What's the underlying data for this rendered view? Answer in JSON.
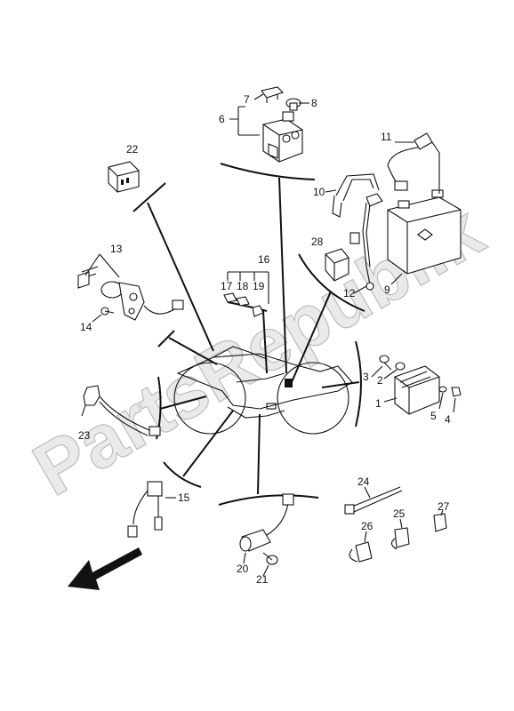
{
  "watermark": "PartsRepublik",
  "labels": [
    "1",
    "2",
    "3",
    "4",
    "5",
    "6",
    "7",
    "8",
    "9",
    "10",
    "11",
    "12",
    "13",
    "14",
    "15",
    "16",
    "17",
    "18",
    "19",
    "20",
    "21",
    "22",
    "23",
    "24",
    "25",
    "26",
    "27",
    "28"
  ],
  "icons": {
    "direction": "arrow-icon"
  }
}
